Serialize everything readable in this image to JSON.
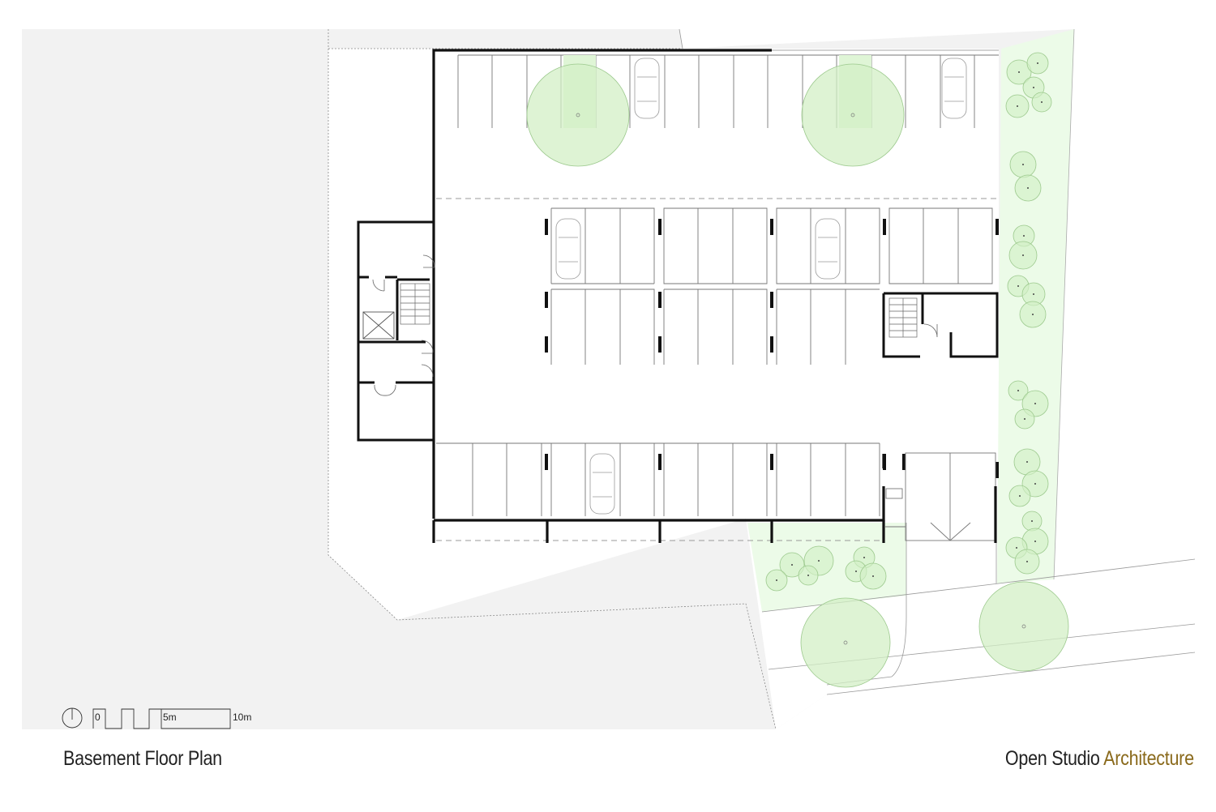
{
  "caption": {
    "title": "Basement Floor Plan",
    "studio_name": "Open Studio",
    "studio_suffix": "Architecture"
  },
  "scale_bar": {
    "labels": [
      "0",
      "5m",
      "10m"
    ]
  },
  "icons": {
    "north": "north-arrow-icon",
    "car": "car-icon",
    "tree": "tree-icon",
    "stair": "stair-icon",
    "lift": "lift-icon",
    "door": "door-swing-icon"
  },
  "colors": {
    "site_grey": "#f2f2f2",
    "landscape_green": "#ecfbe8",
    "tree_fill": "#d3efc6",
    "tree_stroke": "#9cc98d",
    "wall": "#111111",
    "accent": "#8a6a1c"
  }
}
